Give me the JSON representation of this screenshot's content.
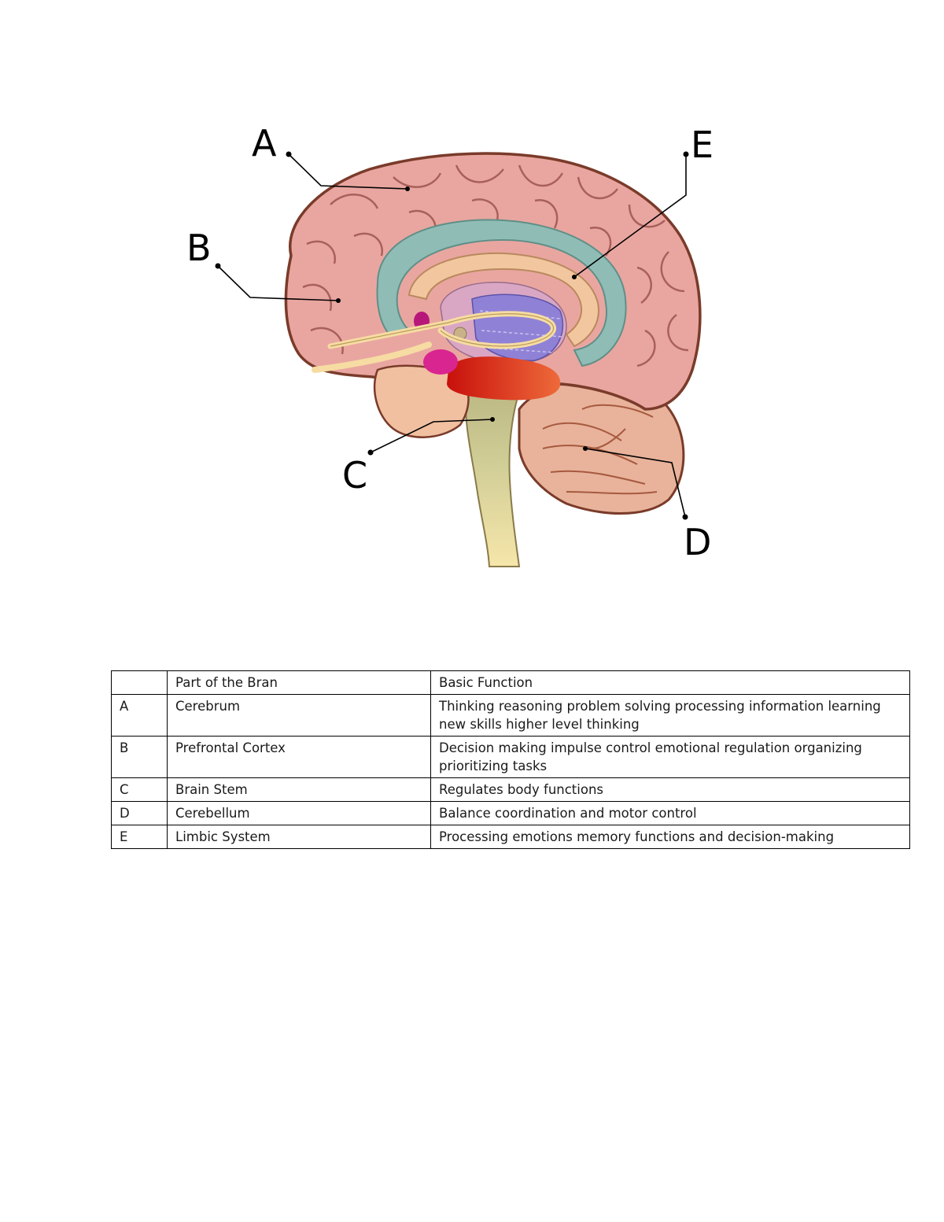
{
  "diagram": {
    "labels": [
      "A",
      "B",
      "C",
      "D",
      "E"
    ]
  },
  "colors": {
    "cortex": "#e9a6a0",
    "cortex_outline": "#7a3b2a",
    "limbic": "#8fbdb5",
    "corpus": "#f2c79f",
    "thalamus": "#8f82d6",
    "brainstem": "#c9c48c",
    "spinal": "#f3e0a2",
    "cerebellum": "#e9b9a0",
    "hypothalamus": "#d63018",
    "amygdala": "#d9258f"
  },
  "table": {
    "headers": [
      "",
      "Part of the Bran",
      "Basic Function"
    ],
    "rows": [
      {
        "letter": "A",
        "part": "Cerebrum",
        "function": "Thinking reasoning problem solving processing information learning new skills higher level thinking"
      },
      {
        "letter": "B",
        "part": "Prefrontal Cortex",
        "function": "Decision making impulse control emotional regulation organizing prioritizing tasks"
      },
      {
        "letter": "C",
        "part": "Brain Stem",
        "function": "Regulates body functions"
      },
      {
        "letter": "D",
        "part": "Cerebellum",
        "function": "Balance coordination and motor control"
      },
      {
        "letter": "E",
        "part": "Limbic System",
        "function": "Processing emotions memory functions and decision-making"
      }
    ]
  }
}
